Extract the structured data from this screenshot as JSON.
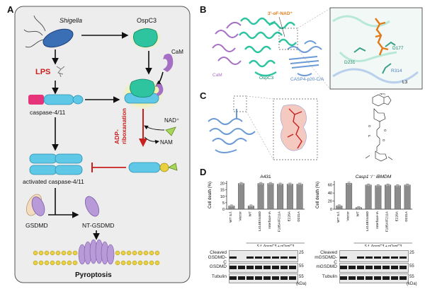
{
  "panels": {
    "a": "A",
    "b": "B",
    "c": "C",
    "d": "D"
  },
  "panelA": {
    "shigella": "Shigella",
    "ospc3": "OspC3",
    "cam": "CaM",
    "lps": "LPS",
    "caspase": "caspase-4/11",
    "nad": "NAD⁺",
    "nam": "NAM",
    "adp1": "ADP-",
    "adp2": "riboxanation",
    "activated": "activated caspase-4/11",
    "gsdmd": "GSDMD",
    "ntgsdmd": "NT-GSDMD",
    "pyroptosis": "Pyroptosis"
  },
  "panelB": {
    "ligand": "3'-oF-NAD⁺",
    "cam": "CaM",
    "ospc3": "OspC3",
    "casp": "CASP4-p20-C/A",
    "d231": "D231",
    "d177": "D177",
    "r314": "R314",
    "l3": "L3"
  },
  "panelD": {
    "left": {
      "title": "A431",
      "ylabel": "Cell death (%)",
      "yticks": [
        "0",
        "5",
        "10",
        "15",
        "20"
      ],
      "categories": [
        "WT S.f.",
        "Vector",
        "WT",
        "L414E/I446D",
        "Interface-IA",
        "F185A/F211A",
        "E226A",
        "D231A"
      ],
      "strain": "S.f. ΔospC3 + pOspC3",
      "blots": [
        [
          "Cleaved",
          "GSDMD-C"
        ],
        [
          "GSDMD"
        ],
        [
          "Tubulin"
        ]
      ],
      "mw": [
        "25",
        "55",
        "55"
      ],
      "kda": "(kDa)"
    },
    "right": {
      "title": "Casp1⁻/⁻ iBMDM",
      "ylabel": "Cell death (%)",
      "yticks": [
        "0",
        "20",
        "40",
        "60"
      ],
      "categories": [
        "WT S.f.",
        "Vector",
        "WT",
        "L414E/I446D",
        "Interface-IA",
        "F185A/F211A",
        "E226A",
        "D231A"
      ],
      "strain": "S.f. ΔospC3 + pOspC3",
      "blots": [
        [
          "Cleaved",
          "mGSDMD-C"
        ],
        [
          "mGSDMD"
        ],
        [
          "Tubulin"
        ]
      ],
      "mw": [
        "25",
        "55",
        "55"
      ],
      "kda": "(kDa)"
    }
  },
  "chart_data": [
    {
      "type": "bar",
      "title": "A431",
      "ylabel": "Cell death (%)",
      "categories": [
        "WT S.f.",
        "Vector",
        "WT",
        "L414E/I446D",
        "Interface-IA",
        "F185A/F211A",
        "E226A",
        "D231A"
      ],
      "values": [
        2.5,
        20,
        2.5,
        20,
        20,
        19.5,
        19.5,
        19.5
      ],
      "ylim": [
        0,
        22
      ]
    },
    {
      "type": "bar",
      "title": "Casp1⁻/⁻ iBMDM",
      "ylabel": "Cell death (%)",
      "categories": [
        "WT S.f.",
        "Vector",
        "WT",
        "L414E/I446D",
        "Interface-IA",
        "F185A/F211A",
        "E226A",
        "D231A"
      ],
      "values": [
        8,
        64,
        4,
        60,
        58,
        60,
        58,
        60
      ],
      "ylim": [
        0,
        70
      ]
    }
  ],
  "colors": {
    "bacteria": "#3a6fb5",
    "ospc3": "#2ec4a0",
    "cam": "#a56fc4",
    "caspase": "#5ec8e6",
    "pink": "#e6337a",
    "red": "#c8201e",
    "nad": "#a9d65a",
    "gold": "#e8d040",
    "gray": "#8c8c8c"
  }
}
